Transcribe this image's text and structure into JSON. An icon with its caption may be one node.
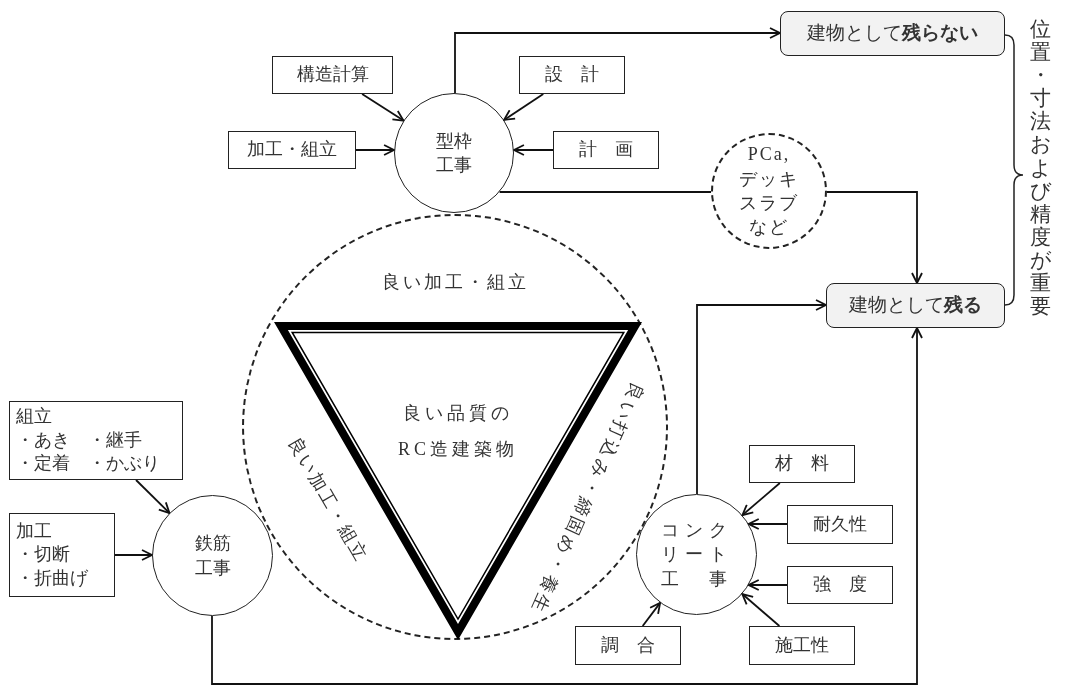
{
  "diagram": {
    "nodes": [
      {
        "text": [
          "型枠工事"
        ]
      },
      {
        "text": [
          "構造計算"
        ]
      },
      {
        "text": [
          "設　計"
        ]
      },
      {
        "text": [
          "加工・組立"
        ]
      },
      {
        "text": [
          "計　画"
        ]
      },
      {
        "text": [
          "建物として**残らない**"
        ]
      },
      {
        "text": [
          "PCa,デッキスラブなど"
        ]
      },
      {
        "text": [
          "建物として**残る**"
        ]
      },
      {
        "text": [],
        "shape": "circle"
      },
      {
        "text": [
          "良い品質のRC造建築物"
        ],
        "in": 8,
        "beside": [
          "良い加工・組立",
          "良い加工・組立",
          "良い打込み・締固め・養生"
        ]
      },
      {
        "text": [
          "組立",
          "・あき　・継手",
          "・定着　・かぶり"
        ]
      },
      {
        "text": [
          "加工",
          "・切断",
          "・折曲げ"
        ]
      },
      {
        "text": [
          "鉄筋工事"
        ]
      },
      {
        "text": [
          "コンクリート工　事"
        ]
      },
      {
        "text": [
          "材　料"
        ]
      },
      {
        "text": [
          "耐久性"
        ]
      },
      {
        "text": [
          "強　度"
        ]
      },
      {
        "text": [
          "調　合"
        ]
      },
      {
        "text": [
          "施工性"
        ]
      }
    ],
    "edges": [
      {
        "from": 1,
        "to": 0,
        "arrow": "to"
      },
      {
        "from": 2,
        "to": 0,
        "arrow": "to"
      },
      {
        "from": 3,
        "to": 0,
        "arrow": "to"
      },
      {
        "from": 4,
        "to": 0,
        "arrow": "to"
      },
      {
        "from": 0,
        "to": 5,
        "arrow": "to"
      },
      {
        "from": 0,
        "to": 6,
        "arrow": "none"
      },
      {
        "from": 6,
        "to": 7,
        "arrow": "to"
      },
      {
        "from": 13,
        "to": 7,
        "arrow": "to"
      },
      {
        "from": 12,
        "to": 7,
        "arrow": "to"
      },
      {
        "from": 10,
        "to": 12,
        "arrow": "to"
      },
      {
        "from": 11,
        "to": 12,
        "arrow": "to"
      },
      {
        "from": 14,
        "to": 13,
        "arrow": "to"
      },
      {
        "from": 15,
        "to": 13,
        "arrow": "to"
      },
      {
        "from": 16,
        "to": 13,
        "arrow": "to"
      },
      {
        "from": 17,
        "to": 13,
        "arrow": "to"
      },
      {
        "from": 18,
        "to": 13,
        "arrow": "to"
      }
    ],
    "labels": [
      "位置・寸法および精度が重要"
    ]
  }
}
